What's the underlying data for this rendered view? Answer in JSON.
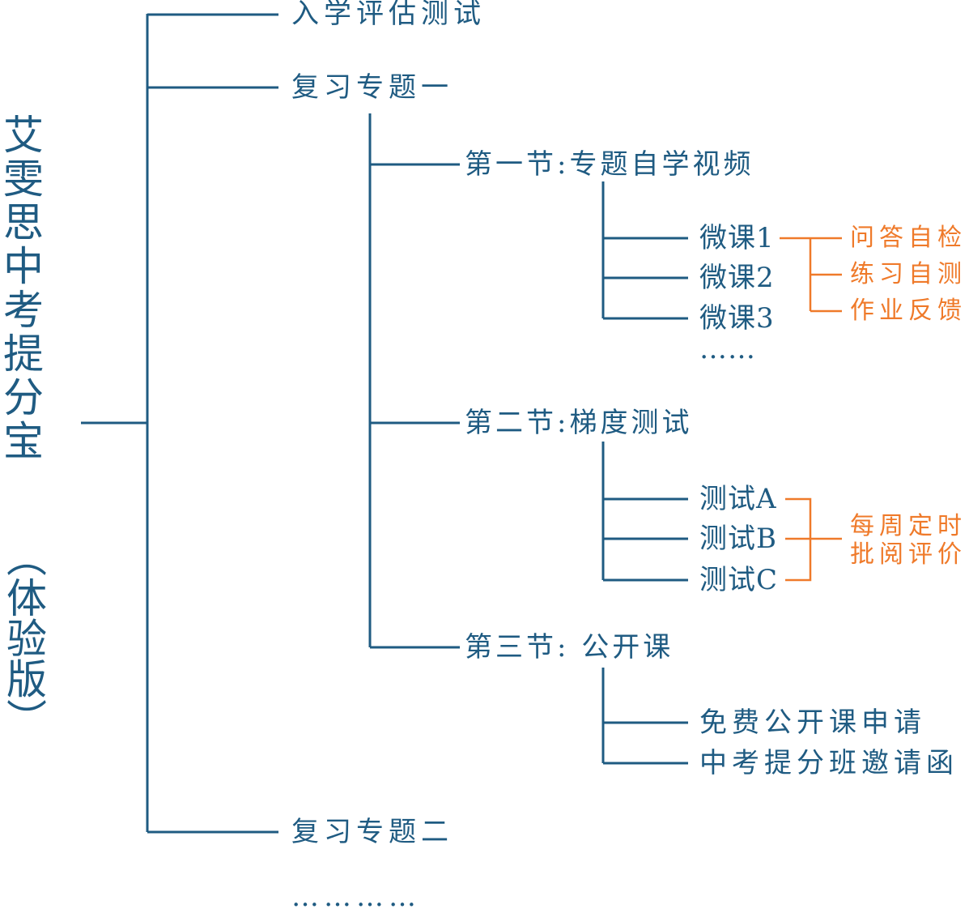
{
  "title": "艾雯思中考提分宝",
  "title_sub": "（体验版）",
  "nodes": {
    "entry": "入学评估测试",
    "topic1": "复习专题一",
    "sec1": "第一节:专题自学视频",
    "micro1": "微课1",
    "micro2": "微课2",
    "micro3": "微课3",
    "micro_more": "……",
    "sec1_q1": "问答自检",
    "sec1_q2": "练习自测",
    "sec1_q3": "作业反馈",
    "sec2": "第二节:梯度测试",
    "testA": "测试A",
    "testB": "测试B",
    "testC": "测试C",
    "sec2_note1": "每周定时",
    "sec2_note2": "批阅评价",
    "sec3": "第三节: 公开课",
    "open1": "免费公开课申请",
    "open2": "中考提分班邀请函",
    "topic2": "复习专题二",
    "more": "…………"
  },
  "colors": {
    "primary": "#1f5b82",
    "accent": "#ef7a2a"
  }
}
